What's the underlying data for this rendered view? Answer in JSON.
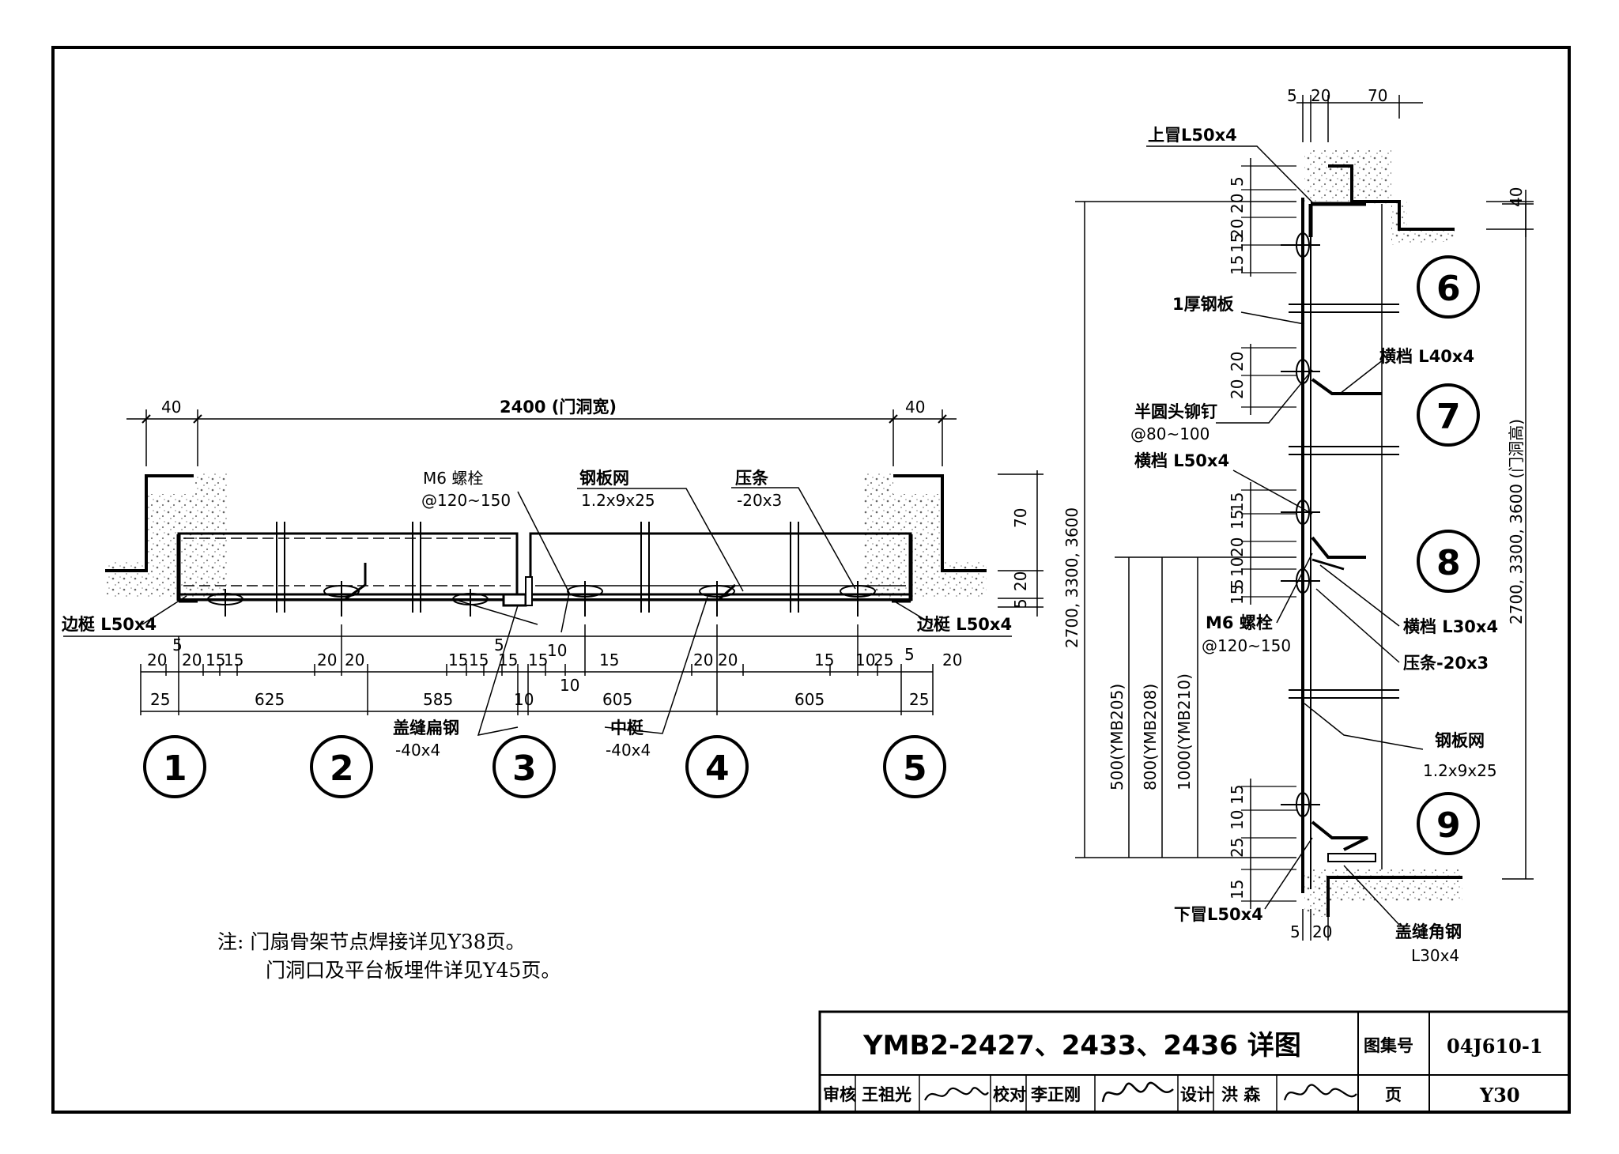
{
  "plan": {
    "opening_dim": "2400 (门洞宽)",
    "left_offset": "40",
    "right_offset": "40",
    "depth_70": "70",
    "depth_20": "20",
    "depth_5": "5",
    "callouts": {
      "m6_bolt": "M6 螺栓",
      "m6_bolt_spacing": "@120~150",
      "steel_mesh": "钢板网",
      "steel_mesh_spec": "1.2x9x25",
      "pressure_strip": "压条",
      "pressure_strip_spec": "-20x3",
      "edge_stile_left": "边梃 L50x4",
      "edge_stile_right": "边梃 L50x4",
      "cover_flat": "盖缝扁钢",
      "cover_flat_spec": "-40x4",
      "mid_stile": "中梃",
      "mid_stile_spec": "-40x4"
    },
    "dims_small": [
      "20",
      "5",
      "20",
      "15",
      "15",
      "20",
      "20",
      "15",
      "15",
      "5",
      "15",
      "15",
      "10",
      "10",
      "15",
      "20",
      "20",
      "15",
      "10",
      "25",
      "5",
      "20"
    ],
    "dims_main": [
      "25",
      "625",
      "585",
      "10",
      "605",
      "605",
      "25"
    ],
    "markers": [
      "1",
      "2",
      "3",
      "4",
      "5"
    ]
  },
  "section": {
    "top_dims": [
      "5",
      "20",
      "70"
    ],
    "right_dim_40": "40",
    "height_dim_outer": "2700, 3300, 3600",
    "height_dim_right": "2700, 3300, 3600 (门洞高)",
    "heights": [
      "500(YMB205)",
      "800(YMB208)",
      "1000(YMB210)"
    ],
    "stack_top": [
      "5",
      "20",
      "20",
      "15",
      "15"
    ],
    "stack_mid": [
      "20",
      "20"
    ],
    "stack_rail": [
      "15",
      "15",
      "20",
      "10",
      "5",
      "15"
    ],
    "stack_bottom": [
      "15",
      "10",
      "25",
      "15"
    ],
    "bottom_dims": [
      "5",
      "20"
    ],
    "callouts": {
      "top_head": "上冒L50x4",
      "plate": "1厚钢板",
      "rivet": "半圆头铆钉",
      "rivet_spacing": "@80~100",
      "rail_l40": "横档 L40x4",
      "rail_l50": "横档 L50x4",
      "bolt": "M6 螺栓",
      "bolt_spacing": "@120~150",
      "rail_l30": "横档 L30x4",
      "strip": "压条-20x3",
      "mesh": "钢板网",
      "mesh_spec": "1.2x9x25",
      "bottom_head": "下冒L50x4",
      "cover_angle": "盖缝角钢",
      "cover_angle_spec": "L30x4"
    },
    "markers": [
      "6",
      "7",
      "8",
      "9"
    ]
  },
  "notes": {
    "line1": "注: 门扇骨架节点焊接详见Y38页。",
    "line2": "门洞口及平台板埋件详见Y45页。"
  },
  "title_block": {
    "title": "YMB2-2427、2433、2436 详图",
    "atlas_label": "图集号",
    "atlas_no": "04J610-1",
    "review_label": "审核",
    "review_name": "王祖光",
    "check_label": "校对",
    "check_name": "李正刚",
    "design_label": "设计",
    "design_name": "洪 森",
    "page_label": "页",
    "page_no": "Y30"
  }
}
